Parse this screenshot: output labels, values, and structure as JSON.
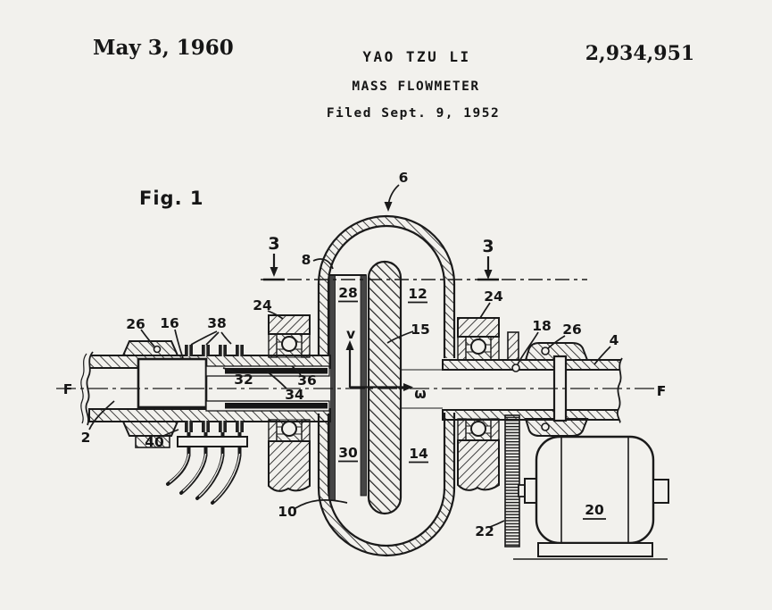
{
  "page": {
    "background": "#f2f1ed",
    "ink": "#1a1a1a"
  },
  "header": {
    "date": "May 3, 1960",
    "inventor": "YAO TZU LI",
    "patent_number": "2,934,951",
    "title": "MASS FLOWMETER",
    "filed": "Filed Sept. 9, 1952"
  },
  "figure": {
    "caption": "Fig. 1",
    "section_label": "3",
    "flow_axis_label": "F",
    "velocity_vector_label": "v",
    "angular_velocity_label": "ω",
    "callouts": {
      "c2": "2",
      "c4": "4",
      "c6": "6",
      "c8": "8",
      "c10": "10",
      "c12": "12",
      "c14": "14",
      "c15": "15",
      "c16": "16",
      "c18": "18",
      "c20": "20",
      "c22": "22",
      "c24": "24",
      "c26": "26",
      "c28": "28",
      "c30": "30",
      "c32": "32",
      "c34": "34",
      "c36": "36",
      "c38": "38",
      "c40": "40"
    }
  }
}
